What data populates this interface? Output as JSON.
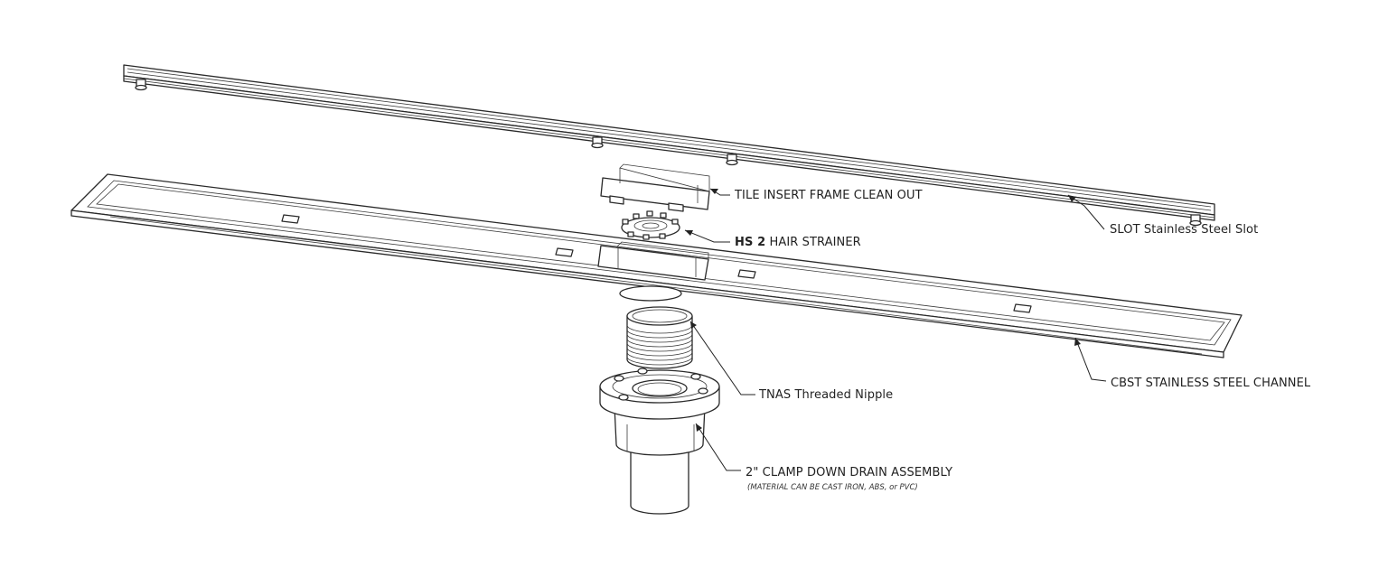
{
  "callouts": {
    "slot": {
      "label": "SLOT Stainless Steel Slot"
    },
    "tile_frame": {
      "label": "TILE INSERT FRAME CLEAN OUT"
    },
    "hair_strainer": {
      "code": "HS 2",
      "label": "HAIR STRAINER"
    },
    "nipple": {
      "label": "TNAS Threaded Nipple"
    },
    "channel": {
      "label": "CBST STAINLESS STEEL CHANNEL"
    },
    "drain": {
      "label": "2\" CLAMP DOWN DRAIN ASSEMBLY",
      "note": "(MATERIAL CAN BE CAST IRON, ABS, or PVC)"
    }
  },
  "icons": [
    "slot-grate-icon",
    "channel-icon",
    "tile-frame-icon",
    "hair-strainer-icon",
    "threaded-nipple-icon",
    "drain-assembly-icon"
  ]
}
